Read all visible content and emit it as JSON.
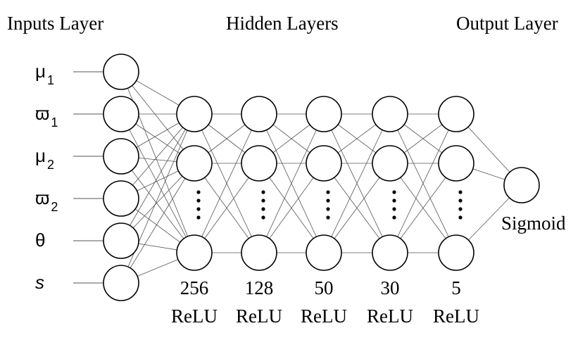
{
  "headers": {
    "inputs": "Inputs Layer",
    "hidden": "Hidden Layers",
    "output": "Output Layer"
  },
  "inputs": [
    {
      "symbol": "μ",
      "sub": "1"
    },
    {
      "symbol": "ϖ",
      "sub": "1"
    },
    {
      "symbol": "μ",
      "sub": "2"
    },
    {
      "symbol": "ϖ",
      "sub": "2"
    },
    {
      "symbol": "θ",
      "sub": ""
    },
    {
      "symbol": "s",
      "sub": ""
    }
  ],
  "hidden_layers": [
    {
      "units": "256",
      "activation": "ReLU"
    },
    {
      "units": "128",
      "activation": "ReLU"
    },
    {
      "units": "50",
      "activation": "ReLU"
    },
    {
      "units": "30",
      "activation": "ReLU"
    },
    {
      "units": "5",
      "activation": "ReLU"
    }
  ],
  "output": {
    "activation": "Sigmoid"
  }
}
